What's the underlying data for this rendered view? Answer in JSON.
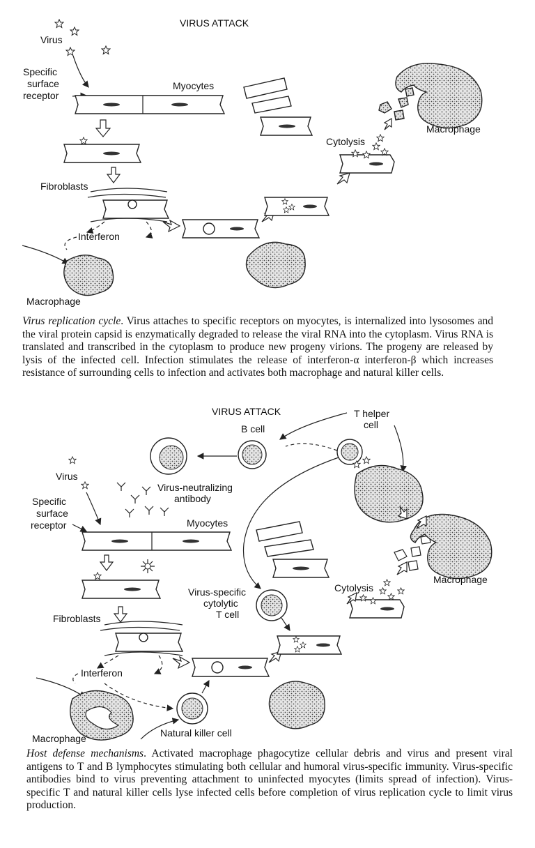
{
  "panel1": {
    "title": "VIRUS ATTACK",
    "virus": "Virus",
    "receptor": [
      "Specific",
      "surface",
      "receptor"
    ],
    "myocytes": "Myocytes",
    "fibroblasts": "Fibroblasts",
    "interferon": "Interferon",
    "macrophage_left": "Macrophage",
    "cytolysis": "Cytolysis",
    "macrophage_right": "Macrophage"
  },
  "caption1": {
    "lead": "Virus replication cycle",
    "text": ". Virus attaches to specific receptors on myocytes, is internalized into lysosomes and the viral protein capsid is enzymatically degraded to release the viral RNA into the cytoplasm. Virus RNA is translated and transcribed in the cytoplasm to produce new progeny virions. The progeny are released by lysis of the infected cell. Infection stimulates the release of interferon-α interferon-β which increases resistance of surrounding cells to infection and activates both macrophage and natural killer cells."
  },
  "panel2": {
    "title": "VIRUS ATTACK",
    "t_helper": [
      "T helper",
      "cell"
    ],
    "b_cell": "B cell",
    "virus": "Virus",
    "antibody": [
      "Virus-neutralizing",
      "antibody"
    ],
    "receptor": [
      "Specific",
      "surface",
      "receptor"
    ],
    "myocytes": "Myocytes",
    "fibroblasts": "Fibroblasts",
    "tcell": [
      "Virus-specific",
      "cytolytic",
      "T cell"
    ],
    "cytolysis": "Cytolysis",
    "macrophage_right": "Macrophage",
    "interferon": "Interferon",
    "macrophage_left": "Macrophage",
    "nk": "Natural killer cell"
  },
  "caption2": {
    "lead": "Host defense mechanisms",
    "text": ". Activated macrophage phagocytize cellular debris and virus and present viral antigens to T and B lymphocytes stimulating both cellular and humoral virus-specific immunity. Virus-specific antibodies bind to virus preventing attachment to uninfected myocytes (limits spread of infection). Virus-specific T and natural killer cells lyse infected cells before completion of virus replication cycle to limit virus production."
  }
}
